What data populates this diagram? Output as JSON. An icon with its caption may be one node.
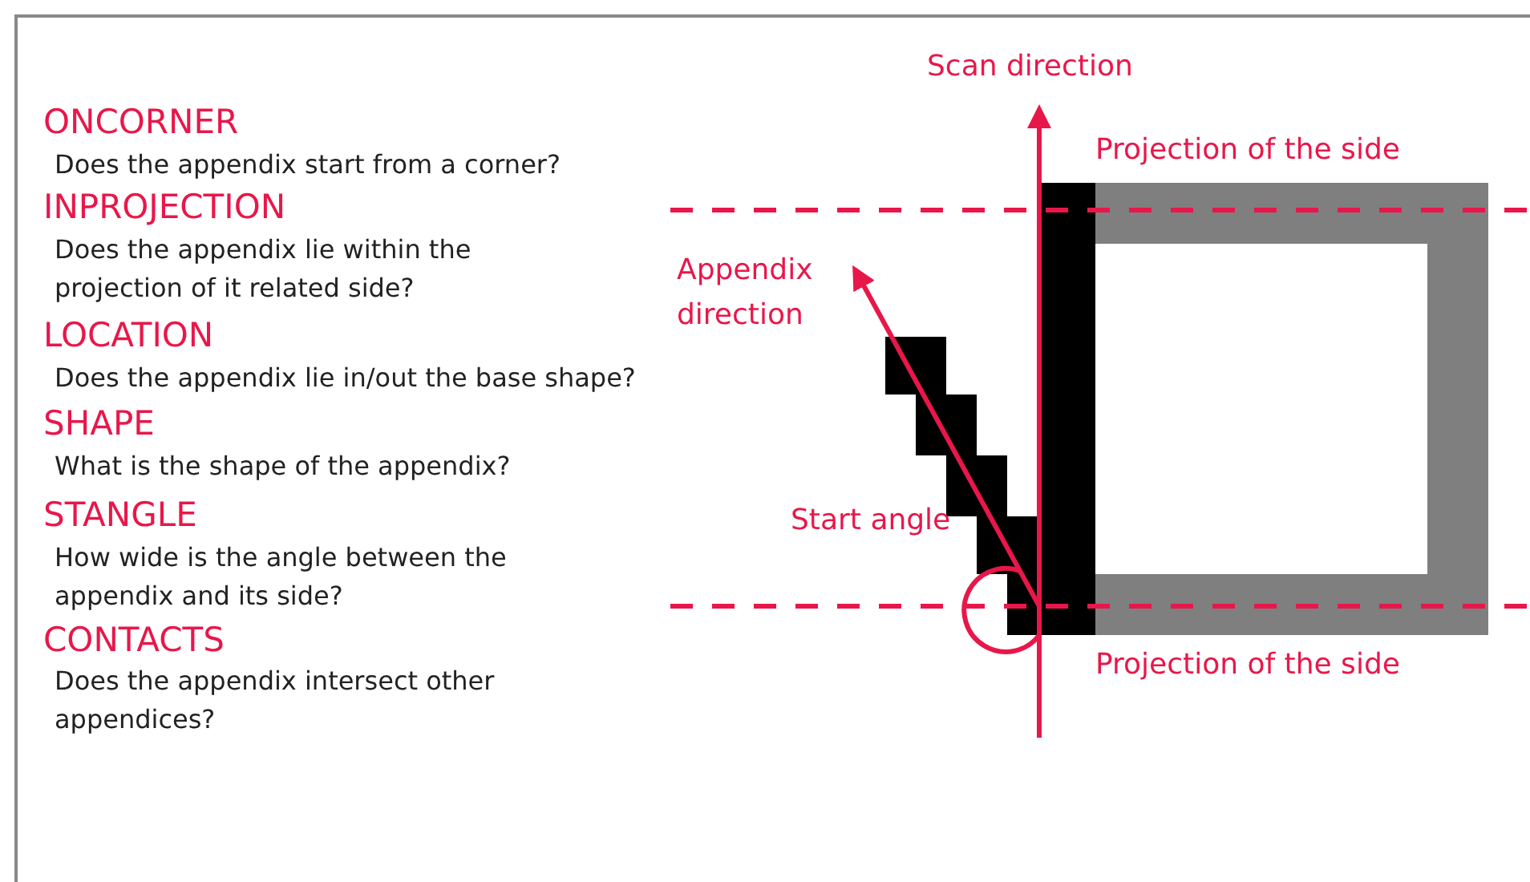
{
  "diagram": {
    "labels": [
      "ONCORNER",
      "Does the appendix start from a corner?",
      "INPROJECTION",
      "Does the appendix lie within the projection of it related side?",
      "LOCATION",
      "Does the appendix lie in/out the base shape?",
      "SHAPE",
      "What is the shape of the appendix?",
      "STANGLE",
      "How wide is the angle between the appendix and its side?",
      "CONTACTS",
      "Does the appendix intersect other appendices?",
      "Scan direction",
      "Projection of the side",
      "Appendix direction",
      "Start angle",
      "Projection of the side"
    ]
  }
}
